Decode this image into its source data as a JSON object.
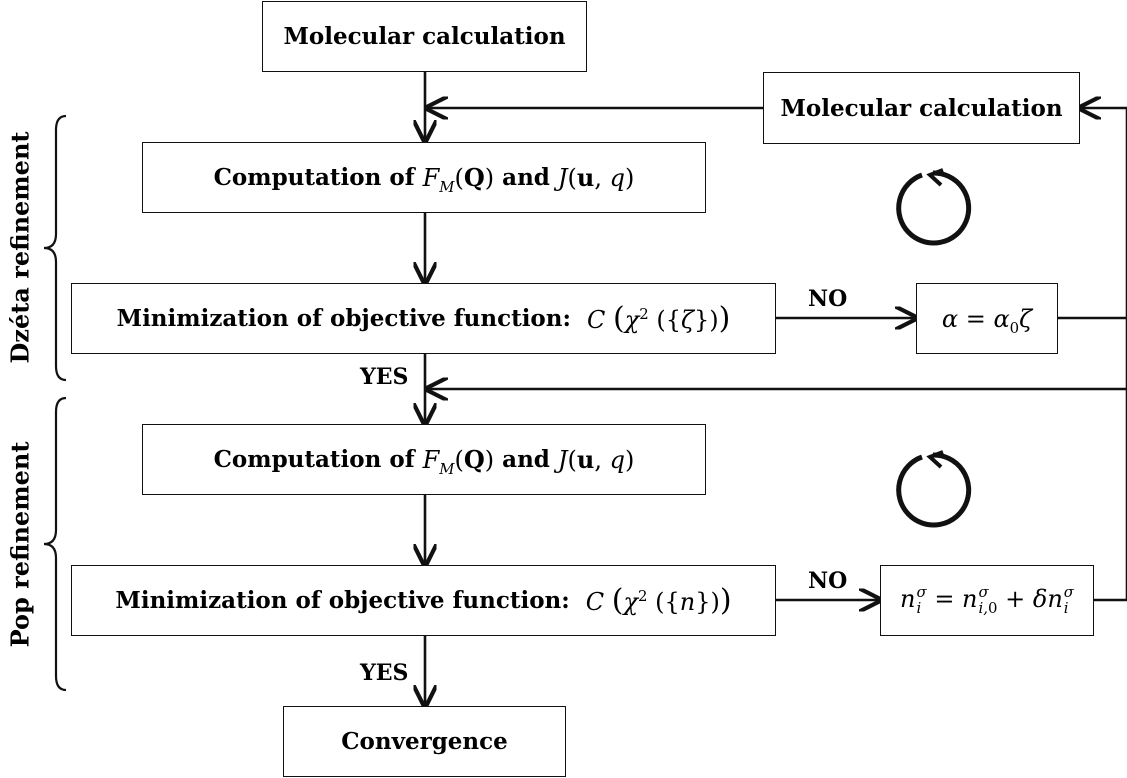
{
  "boxes": {
    "mol_calc_top": "Molecular calculation",
    "mol_calc_right": "Molecular calculation",
    "computation_prefix": "Computation of",
    "computation_and": "and",
    "minimization_label": "Minimization of objective function:",
    "convergence": "Convergence"
  },
  "flow_labels": {
    "no_1": "NO",
    "no_2": "NO",
    "yes_1": "YES",
    "yes_2": "YES"
  },
  "side_labels": {
    "dzeta": "Dzéta refinement",
    "pop": "Pop refinement"
  },
  "icons": {
    "loop_1": "circular-arrow-icon",
    "loop_2": "circular-arrow-icon"
  }
}
